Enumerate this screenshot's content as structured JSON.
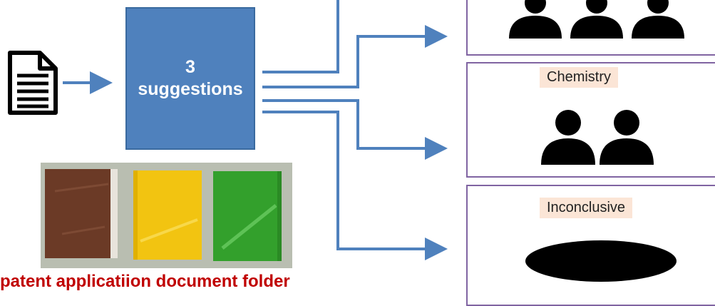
{
  "suggestion_box": {
    "line1": "3",
    "line2": "suggestions"
  },
  "panels": [
    {
      "label": "",
      "people": 3
    },
    {
      "label": "Chemistry",
      "people": 2
    },
    {
      "label": "Inconclusive",
      "people": 0
    }
  ],
  "photo": {
    "folders": [
      {
        "color": "brown",
        "hex": "#6b3a26"
      },
      {
        "color": "yellow",
        "hex": "#f2c411"
      },
      {
        "color": "green",
        "hex": "#33a02c"
      }
    ]
  },
  "caption": "patent applicatiion document folder",
  "colors": {
    "box": "#4f81bd",
    "arrow": "#4f81bd",
    "panel_border": "#8064a2",
    "tag_bg": "#fbe5d6",
    "caption": "#c00000"
  }
}
